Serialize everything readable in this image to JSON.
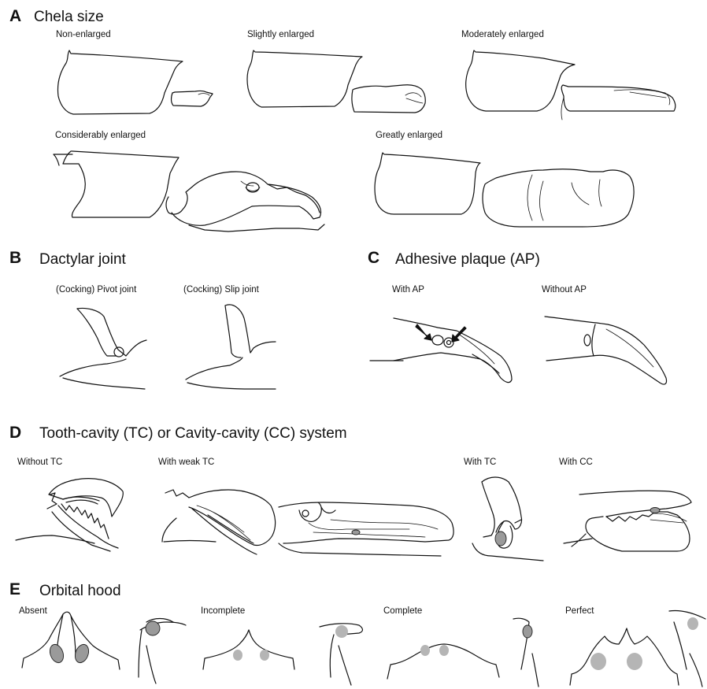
{
  "panels": {
    "a": {
      "letter": "A",
      "title": "Chela size",
      "labels": [
        "Non-enlarged",
        "Slightly enlarged",
        "Moderately enlarged",
        "Considerably enlarged",
        "Greatly enlarged"
      ]
    },
    "b": {
      "letter": "B",
      "title": "Dactylar joint",
      "labels": [
        "(Cocking) Pivot joint",
        "(Cocking) Slip joint"
      ]
    },
    "c": {
      "letter": "C",
      "title": "Adhesive plaque (AP)",
      "labels": [
        "With AP",
        "Without AP"
      ]
    },
    "d": {
      "letter": "D",
      "title": "Tooth-cavity (TC) or Cavity-cavity (CC) system",
      "labels": [
        "Without TC",
        "With weak TC",
        "With TC",
        "With CC"
      ]
    },
    "e": {
      "letter": "E",
      "title": "Orbital hood",
      "labels": [
        "Absent",
        "Incomplete",
        "Complete",
        "Perfect"
      ]
    }
  },
  "colors": {
    "ink": "#111111",
    "stipple": "#b5b5b5"
  }
}
